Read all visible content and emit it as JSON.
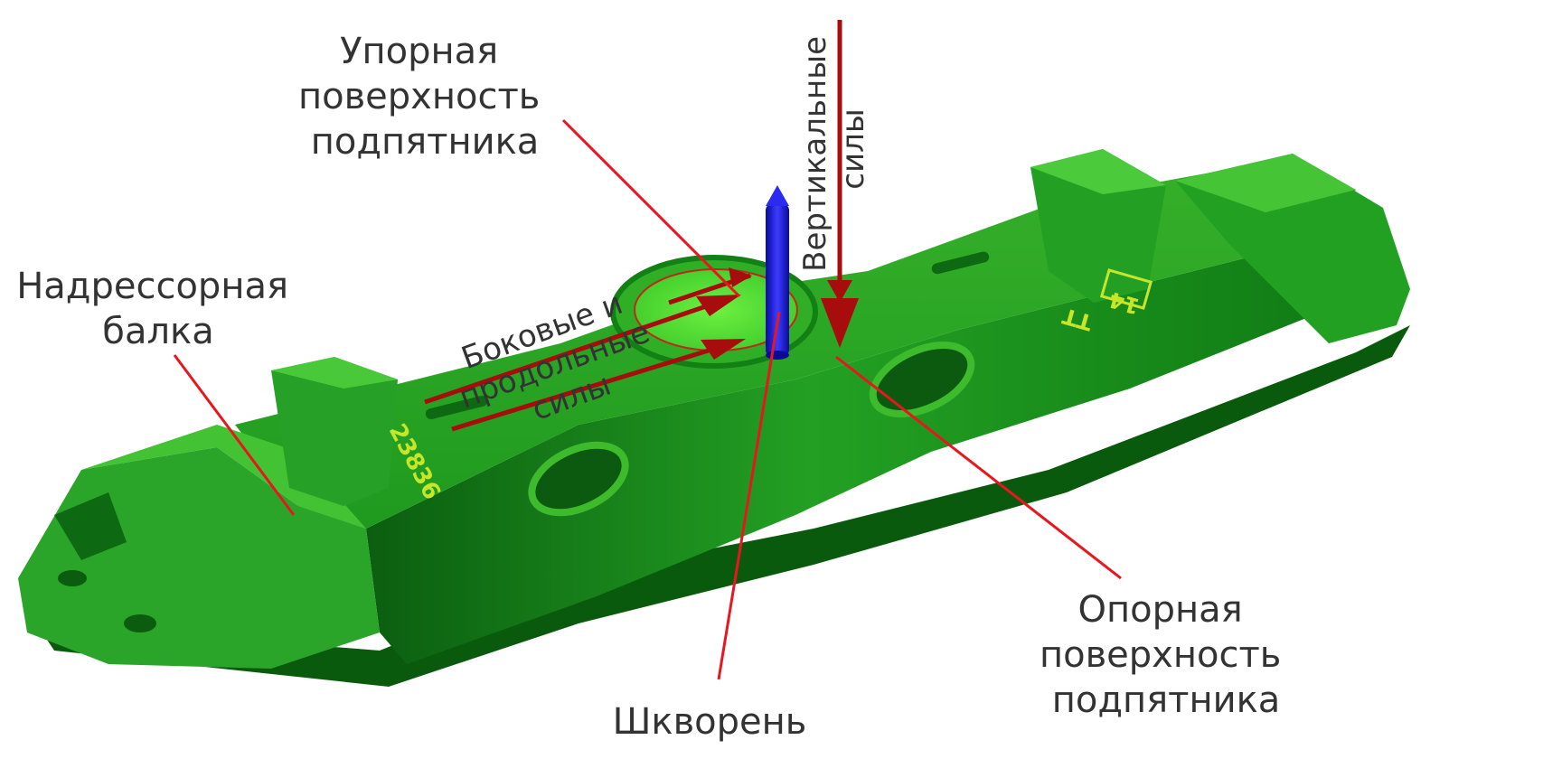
{
  "labels": {
    "thrust_surface": [
      "Упорная",
      "поверхность",
      "подпятника"
    ],
    "bolster": [
      "Надрессорная",
      "балка"
    ],
    "lateral_forces": [
      "Боковые и",
      "продольные",
      "силы"
    ],
    "vertical_forces": [
      "Вертикальные",
      "силы"
    ],
    "bearing_surface": [
      "Опорная",
      "поверхность",
      "подпятника"
    ],
    "kingpin": "Шкворень"
  },
  "casting_marks": {
    "left": "23836",
    "right_box": "14",
    "right_text": "ТТ"
  },
  "colors": {
    "beam_body": "#1f9a1f",
    "beam_dark": "#0d6e12",
    "beam_light": "#3fbf2c",
    "bowl_inner": "#59e635",
    "kingpin": "#1a1ad6",
    "leader": "#e8161e",
    "force": "#a80d0d",
    "text": "#333333"
  }
}
